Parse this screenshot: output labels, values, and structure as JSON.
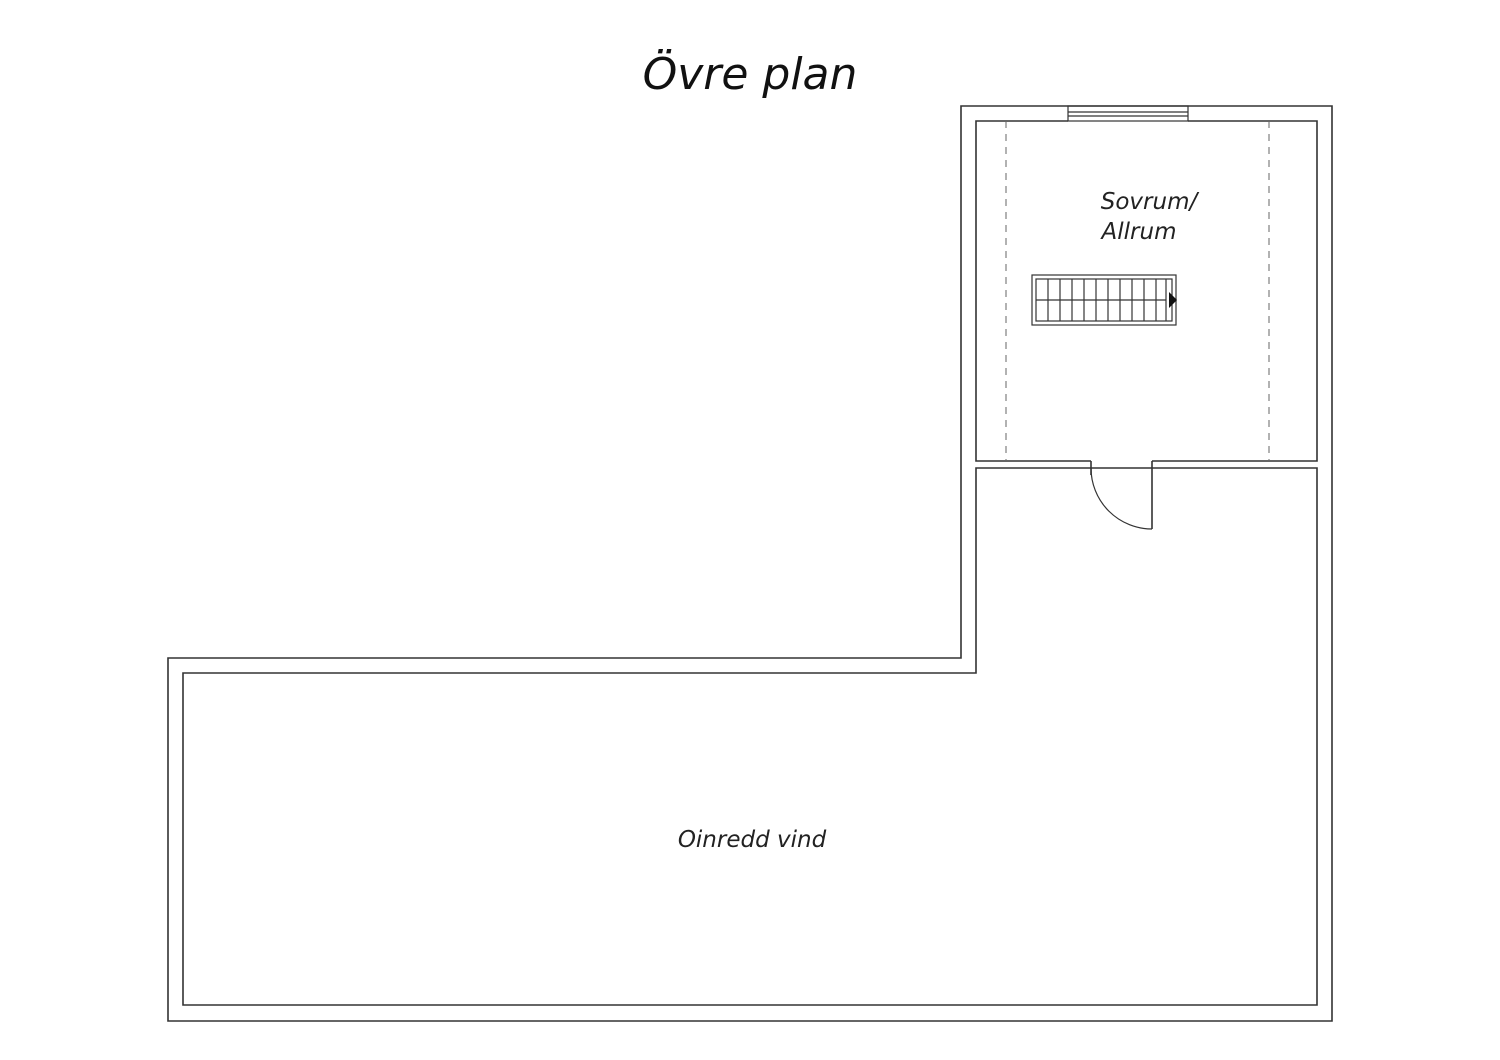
{
  "title": "Övre plan",
  "rooms": {
    "sovrum_line1": "Sovrum/",
    "sovrum_line2": "Allrum",
    "vind": "Oinredd vind"
  },
  "colors": {
    "line": "#333333",
    "text": "#111111",
    "background": "#ffffff"
  },
  "icons": [
    "staircase-icon",
    "door-swing-icon",
    "window-icon"
  ]
}
